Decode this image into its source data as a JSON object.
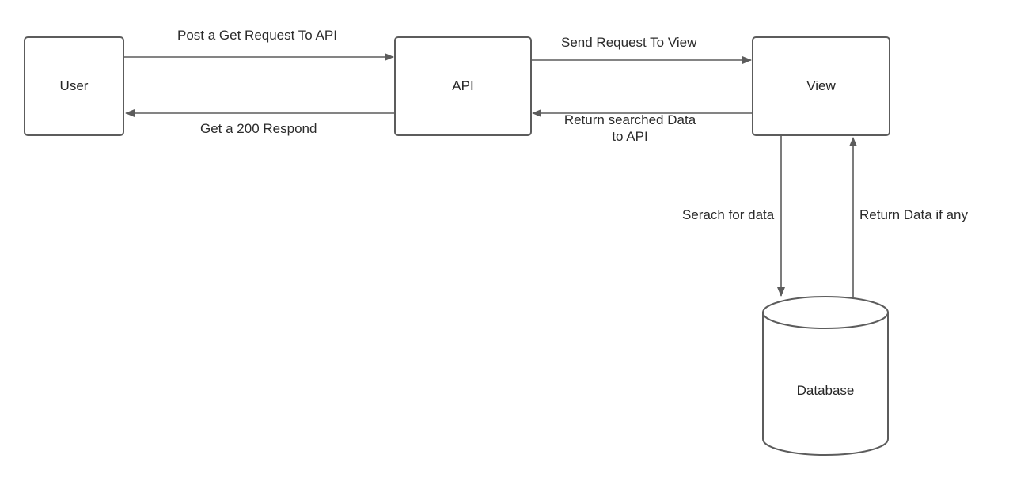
{
  "nodes": {
    "user": "User",
    "api": "API",
    "view": "View",
    "database": "Database"
  },
  "edges": {
    "user_to_api": "Post a Get Request To API",
    "api_to_user": "Get a 200 Respond",
    "api_to_view": "Send Request To View",
    "view_to_api_line1": "Return searched Data",
    "view_to_api_line2": "to API",
    "view_to_db": "Serach for data",
    "db_to_view": "Return Data if any"
  },
  "colors": {
    "stroke": "#5c5c5c",
    "text": "#2b2b2b",
    "background": "#ffffff"
  }
}
